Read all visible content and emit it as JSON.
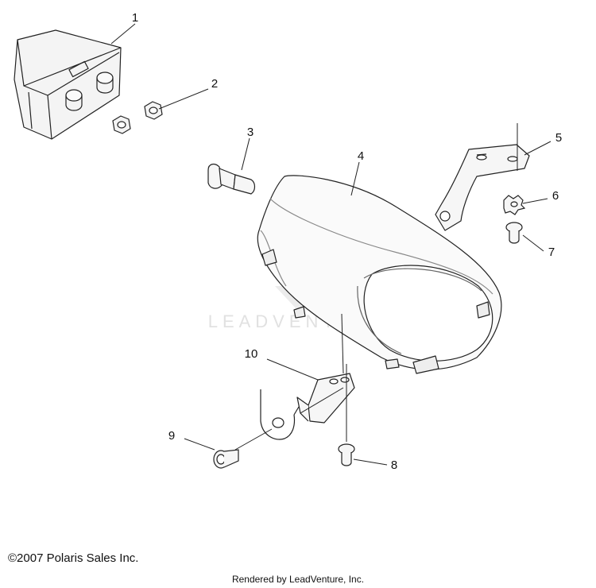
{
  "callouts": [
    "1",
    "2",
    "3",
    "4",
    "5",
    "6",
    "7",
    "8",
    "9",
    "10"
  ],
  "watermark": "LEADVENTURE",
  "footer": {
    "copyright": "©2007 Polaris Sales Inc.",
    "rendered_by": "Rendered by LeadVenture, Inc."
  }
}
